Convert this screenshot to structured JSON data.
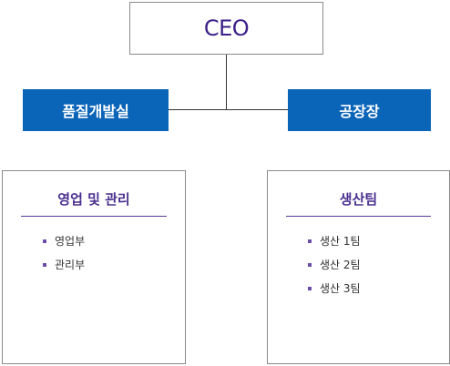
{
  "ceo": {
    "label": "CEO"
  },
  "departments": [
    {
      "label": "품질개발실"
    },
    {
      "label": "공장장"
    }
  ],
  "panels": [
    {
      "title": "영업 및 관리",
      "items": [
        "영업부",
        "관리부"
      ]
    },
    {
      "title": "생산팀",
      "items": [
        "생산 1팀",
        "생산 2팀",
        "생산 3팀"
      ]
    }
  ],
  "colors": {
    "ceo_text": "#3b1f86",
    "department_fill": "#0a64b8",
    "panel_title": "#4a2f8f",
    "bullet": "#6b4ca8"
  }
}
